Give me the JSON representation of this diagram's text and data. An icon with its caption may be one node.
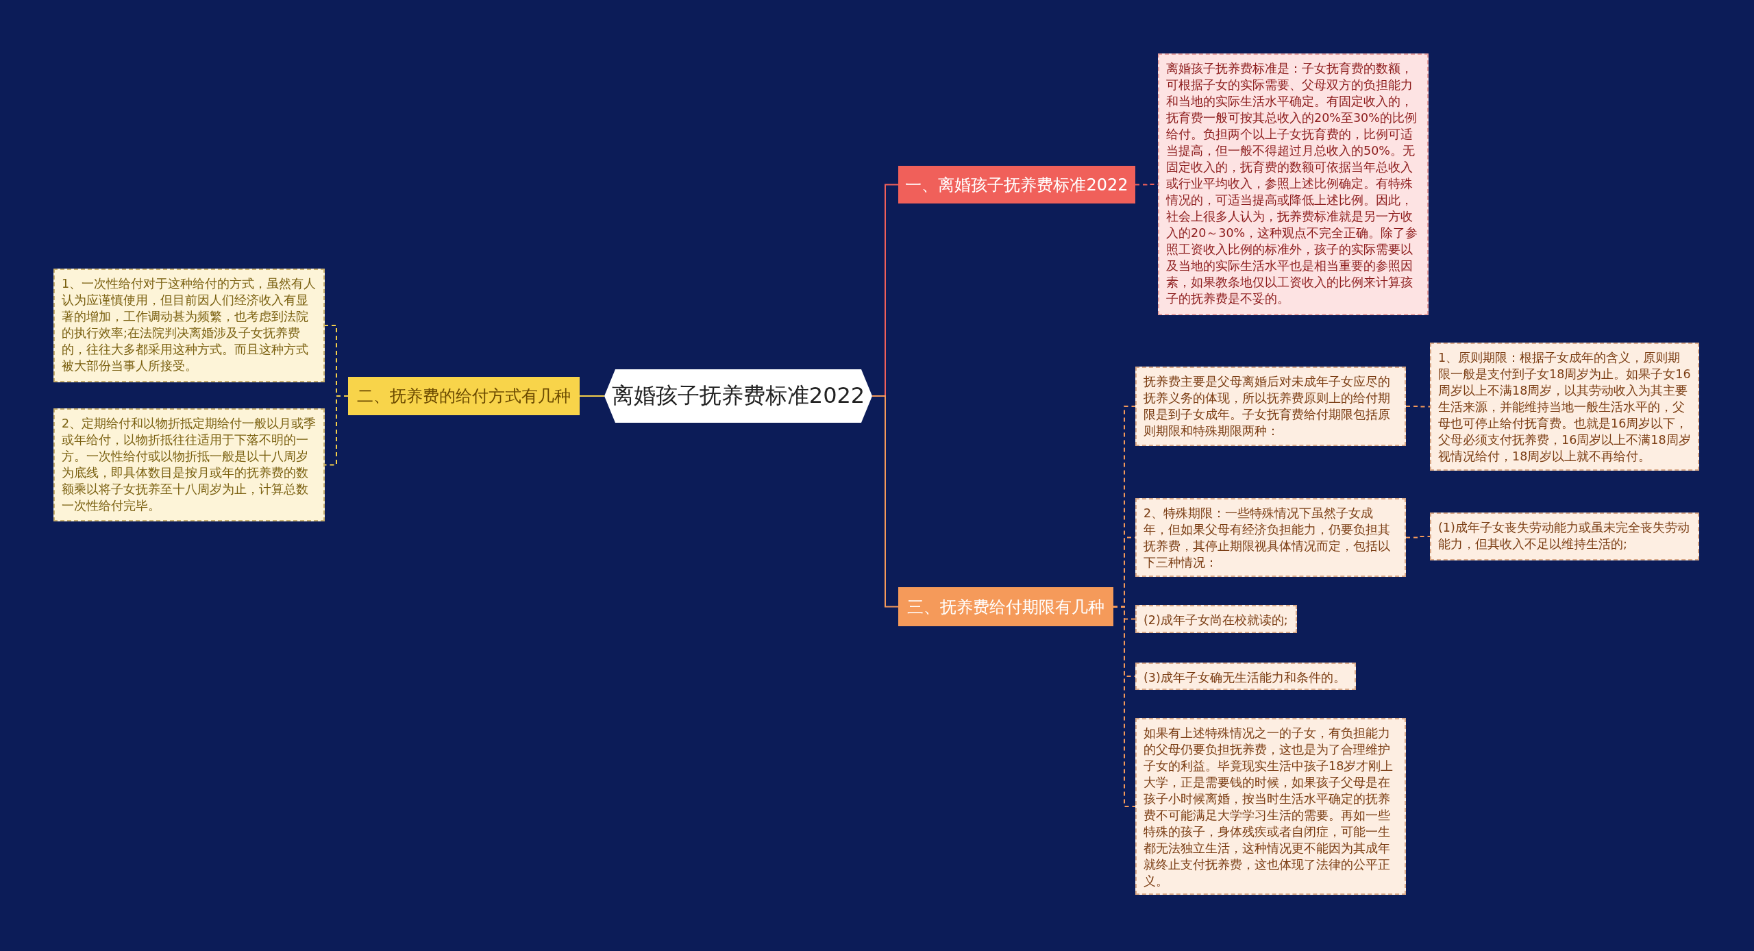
{
  "diagram": {
    "nodes": [
      {
        "text": [
          "离婚孩子抚养费标准2022"
        ]
      },
      {
        "text": [
          "一、离婚孩子抚养费标准2022"
        ]
      },
      {
        "text": [
          "离婚孩子抚养费标准是：子女抚育费的数额，可根据子女的实际需要、父母双方的负担能力和当地的实际生活水平确定。有固定收入的，抚育费一般可按其总收入的20%至30%的比例给付。负担两个以上子女抚育费的，比例可适当提高，但一般不得超过月总收入的50%。无固定收入的，抚育费的数额可依据当年总收入或行业平均收入，参照上述比例确定。有特殊情况的，可适当提高或降低上述比例。因此，社会上很多人认为，抚养费标准就是另一方收入的20～30%，这种观点不完全正确。除了参照工资收入比例的标准外，孩子的实际需要以及当地的实际生活水平也是相当重要的参照因素，如果教条地仅以工资收入的比例来计算孩子的抚养费是不妥的。"
        ]
      },
      {
        "text": [
          "二、抚养费的给付方式有几种"
        ]
      },
      {
        "text": [
          "1、一次性给付对于这种给付的方式，虽然有人认为应谨慎使用，但目前因人们经济收入有显著的增加，工作调动甚为频繁，也考虑到法院的执行效率;在法院判决离婚涉及子女抚养费的，往往大多都采用这种方式。而且这种方式被大部份当事人所接受。"
        ]
      },
      {
        "text": [
          "2、定期给付和以物折抵定期给付一般以月或季或年给付，以物折抵往往适用于下落不明的一方。一次性给付或以物折抵一般是以十八周岁为底线，即具体数目是按月或年的抚养费的数额乘以将子女抚养至十八周岁为止，计算总数一次性给付完毕。"
        ]
      },
      {
        "text": [
          "三、抚养费给付期限有几种"
        ]
      },
      {
        "text": [
          "抚养费主要是父母离婚后对未成年子女应尽的抚养义务的体现，所以抚养费原则上的给付期限是到子女成年。子女抚育费给付期限包括原则期限和特殊期限两种："
        ]
      },
      {
        "text": [
          "1、原则期限：根据子女成年的含义，原则期限一般是支付到子女18周岁为止。如果子女16周岁以上不满18周岁，以其劳动收入为其主要生活来源，并能维持当地一般生活水平的，父母也可停止给付抚育费。也就是16周岁以下，父母必须支付抚养费，16周岁以上不满18周岁视情况给付，18周岁以上就不再给付。"
        ]
      },
      {
        "text": [
          "2、特殊期限：一些特殊情况下虽然子女成年，但如果父母有经济负担能力，仍要负担其抚养费，其停止期限视具体情况而定，包括以下三种情况："
        ]
      },
      {
        "text": [
          "(1)成年子女丧失劳动能力或虽未完全丧失劳动能力，但其收入不足以维持生活的;"
        ]
      },
      {
        "text": [
          "(2)成年子女尚在校就读的;"
        ]
      },
      {
        "text": [
          "(3)成年子女确无生活能力和条件的。"
        ]
      },
      {
        "text": [
          "如果有上述特殊情况之一的子女，有负担能力的父母仍要负担抚养费，这也是为了合理维护子女的利益。毕竟现实生活中孩子18岁才刚上大学，正是需要钱的时候，如果孩子父母是在孩子小时候离婚，按当时生活水平确定的抚养费不可能满足大学学习生活的需要。再如一些特殊的孩子，身体残疾或者自闭症，可能一生都无法独立生活，这种情况更不能因为其成年就终止支付抚养费，这也体现了法律的公平正义。"
        ]
      }
    ],
    "edges": [
      {
        "from": 0,
        "to": 1,
        "arrow": "none",
        "color": "#f0605a"
      },
      {
        "from": 1,
        "to": 2,
        "arrow": "none",
        "style": "dashed",
        "color": "#f0605a"
      },
      {
        "from": 0,
        "to": 3,
        "arrow": "none",
        "color": "#f5d04a"
      },
      {
        "from": 3,
        "to": 4,
        "arrow": "none",
        "style": "dashed",
        "color": "#f5d04a"
      },
      {
        "from": 3,
        "to": 5,
        "arrow": "none",
        "style": "dashed",
        "color": "#f5d04a"
      },
      {
        "from": 0,
        "to": 6,
        "arrow": "none"
      },
      {
        "from": 6,
        "to": 7,
        "arrow": "none",
        "style": "dashed"
      },
      {
        "from": 7,
        "to": 8,
        "arrow": "none",
        "style": "dashed"
      },
      {
        "from": 6,
        "to": 9,
        "arrow": "none",
        "style": "dashed"
      },
      {
        "from": 9,
        "to": 10,
        "arrow": "none",
        "style": "dashed"
      },
      {
        "from": 6,
        "to": 11,
        "arrow": "none",
        "style": "dashed"
      },
      {
        "from": 6,
        "to": 12,
        "arrow": "none",
        "style": "dashed"
      },
      {
        "from": 6,
        "to": 13,
        "arrow": "none",
        "style": "dashed"
      }
    ]
  }
}
